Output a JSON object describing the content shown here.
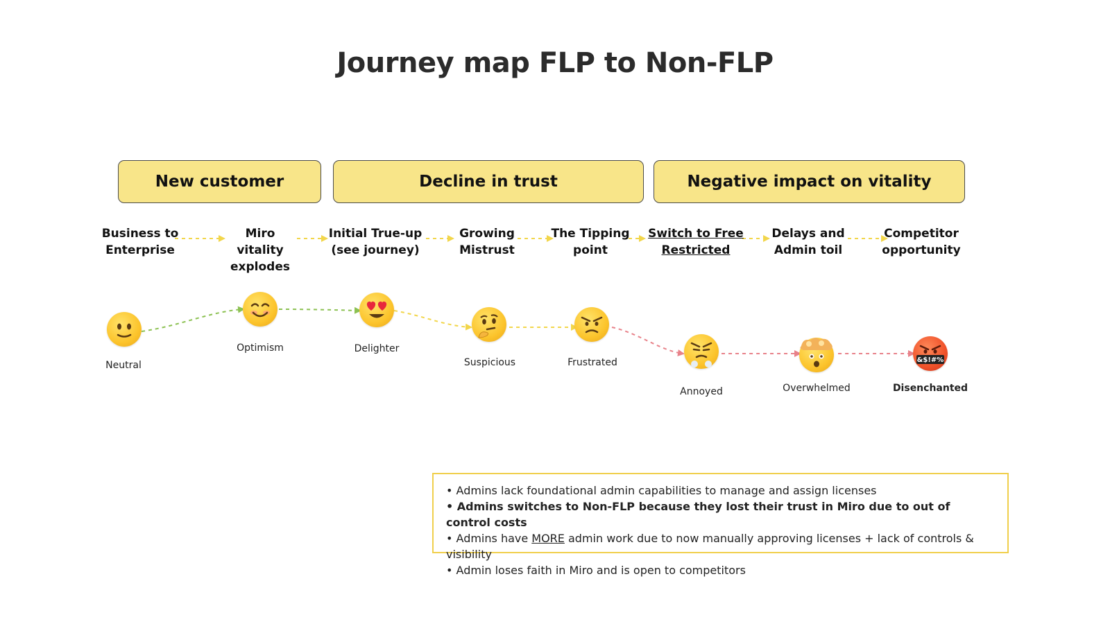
{
  "title": "Journey map FLP to Non-FLP",
  "phases": [
    {
      "label": "New customer"
    },
    {
      "label": "Decline in trust"
    },
    {
      "label": "Negative impact on vitality"
    }
  ],
  "stages": [
    {
      "line1": "Business to",
      "line2": "Enterprise",
      "line3": ""
    },
    {
      "line1": "Miro",
      "line2": "vitality",
      "line3": "explodes"
    },
    {
      "line1": "Initial True-up",
      "line2": "(see journey)",
      "line3": ""
    },
    {
      "line1": "Growing",
      "line2": "Mistrust",
      "line3": ""
    },
    {
      "line1": "The Tipping",
      "line2": "point",
      "line3": ""
    },
    {
      "line1": "Switch to Free",
      "line2": "Restricted",
      "line3": ""
    },
    {
      "line1": "Delays and",
      "line2": "Admin toil",
      "line3": ""
    },
    {
      "line1": "Competitor",
      "line2": "opportunity",
      "line3": ""
    }
  ],
  "emotions": [
    {
      "label": "Neutral",
      "icon": "neutral-face-icon"
    },
    {
      "label": "Optimism",
      "icon": "smiling-face-icon"
    },
    {
      "label": "Delighter",
      "icon": "heart-eyes-face-icon"
    },
    {
      "label": "Suspicious",
      "icon": "thinking-face-icon"
    },
    {
      "label": "Frustrated",
      "icon": "angry-face-icon"
    },
    {
      "label": "Annoyed",
      "icon": "steam-from-nose-face-icon"
    },
    {
      "label": "Overwhelmed",
      "icon": "exploding-head-icon"
    },
    {
      "label": "Disenchanted",
      "icon": "cursing-face-icon"
    }
  ],
  "cursing_symbols": "&$!#%",
  "colors": {
    "phase_fill": "#f8e589",
    "positive_path": "#8cc152",
    "neutral_path": "#f2d64b",
    "negative_path": "#e8828a",
    "notes_border": "#f0cf4c"
  },
  "notes": {
    "line1": "• Admins lack foundational admin capabilities to manage and assign licenses",
    "line2": "• Admins switches to Non-FLP because they lost their trust in Miro due to out of control costs",
    "line3_pre": "• Admins have ",
    "line3_u": "MORE",
    "line3_post": " admin work due to now manually approving licenses + lack of controls & visibility",
    "line4": "• Admin loses faith in Miro and is open to competitors"
  }
}
